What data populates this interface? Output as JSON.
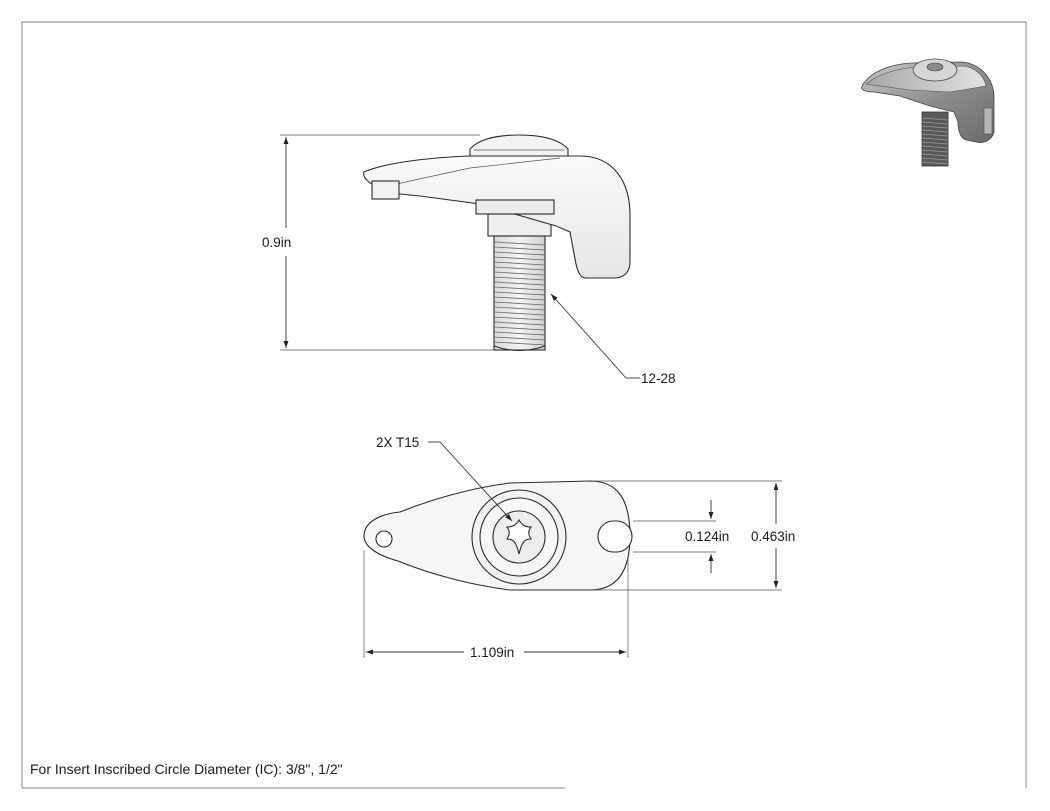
{
  "dimensions": {
    "height": "0.9in",
    "thread": "12-28",
    "screw_callout": "2X T15",
    "slot_width": "0.124in",
    "width": "0.463in",
    "length": "1.109in"
  },
  "footer_note": "For Insert Inscribed Circle Diameter (IC): 3/8\", 1/2\"",
  "colors": {
    "line": "#333333",
    "part_fill": "#f4f4f4",
    "iso_fill": "#9a9a9a"
  }
}
